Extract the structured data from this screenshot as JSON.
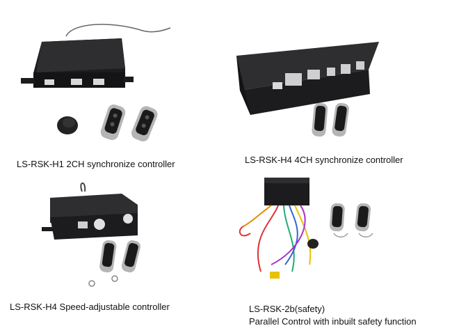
{
  "products": [
    {
      "caption": "LS-RSK-H1 2CH synchronize controller"
    },
    {
      "caption": "LS-RSK-H4 4CH synchronize controller"
    },
    {
      "caption": "LS-RSK-H4 Speed-adjustable controller"
    },
    {
      "caption_line1": "LS-RSK-2b(safety)",
      "caption_line2": "Parallel Control with inbuilt safety function"
    }
  ],
  "colors": {
    "device_body": "#1c1c1e",
    "device_top": "#2e2e31",
    "connector": "#d9d9d9",
    "remote_chrome": "#b5b5b8"
  }
}
